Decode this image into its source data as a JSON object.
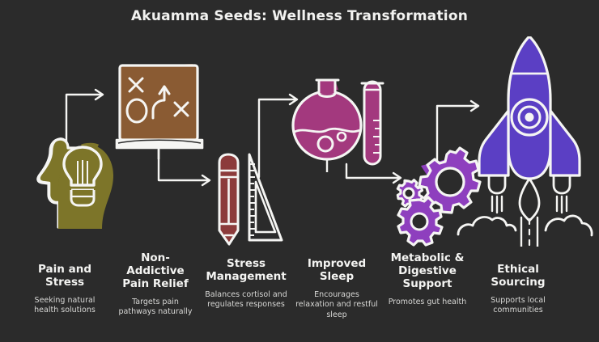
{
  "title": "Akuamma Seeds: Wellness Transformation",
  "theme": {
    "background": "#2b2b2b",
    "stroke": "#f5f5f3",
    "title_color": "#f2f2f0",
    "label_color": "#f4f4f2",
    "desc_color": "#d8d8d6"
  },
  "steps": [
    {
      "index": 1,
      "title": "Pain and Stress",
      "description": "Seeking natural health solutions",
      "icon": "head-lightbulb-icon",
      "icon_color": "#7d7529"
    },
    {
      "index": 2,
      "title": "Non-Addictive Pain Relief",
      "description": "Targets pain pathways naturally",
      "icon": "strategy-board-icon",
      "icon_color": "#8a5b33"
    },
    {
      "index": 3,
      "title": "Stress Management",
      "description": "Balances cortisol and regulates responses",
      "icon": "pencil-ruler-icon",
      "icon_color": "#8c3b3b"
    },
    {
      "index": 4,
      "title": "Improved Sleep",
      "description": "Encourages relaxation and restful sleep",
      "icon": "flask-test-tube-icon",
      "icon_color": "#a3397e"
    },
    {
      "index": 5,
      "title": "Metabolic & Digestive Support",
      "description": "Promotes gut health",
      "icon": "gears-icon",
      "icon_color": "#8e3fbe"
    },
    {
      "index": 6,
      "title": "Ethical Sourcing",
      "description": "Supports local communities",
      "icon": "rocket-launch-icon",
      "icon_color": "#5b3fc4"
    }
  ],
  "connectors": [
    {
      "name": "arrow-step1-to-step2",
      "shape": "up-then-right"
    },
    {
      "name": "arrow-step2-to-step3",
      "shape": "down-then-right"
    },
    {
      "name": "arrow-step3-to-step4",
      "shape": "up-then-right"
    },
    {
      "name": "arrow-step4-to-step5",
      "shape": "straight-right"
    },
    {
      "name": "arrow-step5-to-step6",
      "shape": "up-then-right"
    }
  ]
}
